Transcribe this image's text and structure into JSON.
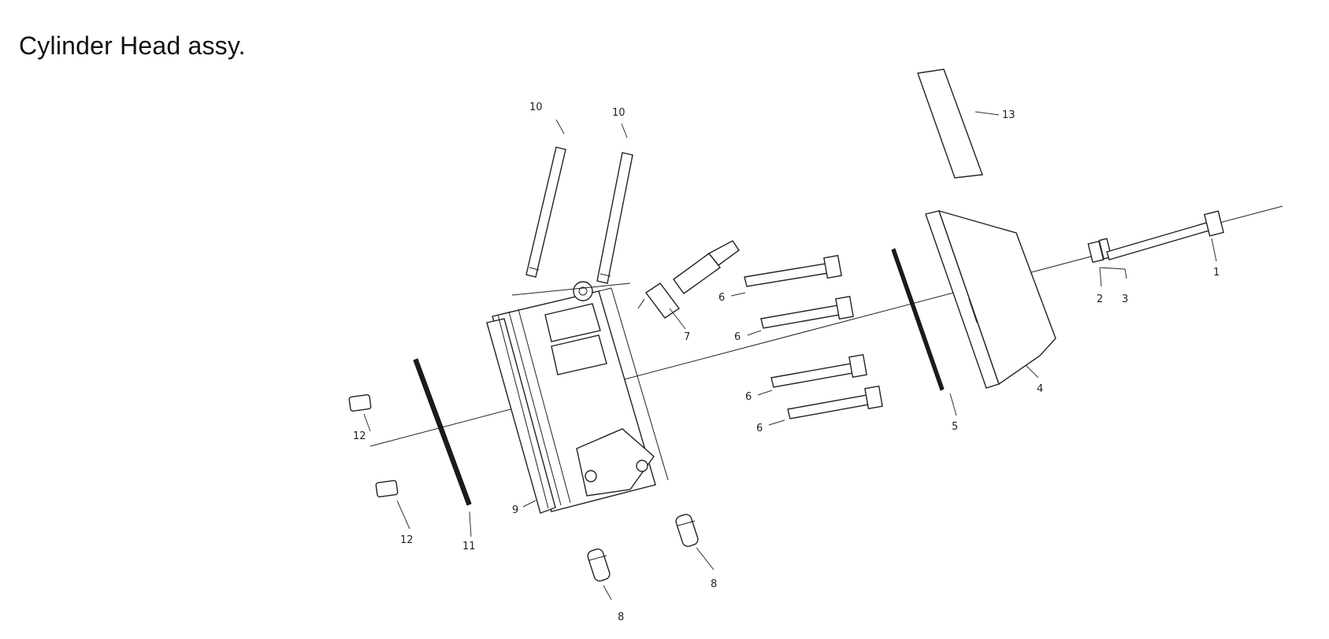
{
  "title": "Cylinder Head assy.",
  "diagram": {
    "callouts": [
      {
        "id": "c1",
        "text": "1"
      },
      {
        "id": "c2",
        "text": "2"
      },
      {
        "id": "c3",
        "text": "3"
      },
      {
        "id": "c4",
        "text": "4"
      },
      {
        "id": "c5",
        "text": "5"
      },
      {
        "id": "c6a",
        "text": "6"
      },
      {
        "id": "c6b",
        "text": "6"
      },
      {
        "id": "c6c",
        "text": "6"
      },
      {
        "id": "c6d",
        "text": "6"
      },
      {
        "id": "c7",
        "text": "7"
      },
      {
        "id": "c8a",
        "text": "8"
      },
      {
        "id": "c8b",
        "text": "8"
      },
      {
        "id": "c9",
        "text": "9"
      },
      {
        "id": "c10a",
        "text": "10"
      },
      {
        "id": "c10b",
        "text": "10"
      },
      {
        "id": "c11",
        "text": "11"
      },
      {
        "id": "c12a",
        "text": "12"
      },
      {
        "id": "c12b",
        "text": "12"
      },
      {
        "id": "c13",
        "text": "13"
      }
    ],
    "colors": {
      "line": "#222222",
      "background": "#ffffff"
    }
  }
}
